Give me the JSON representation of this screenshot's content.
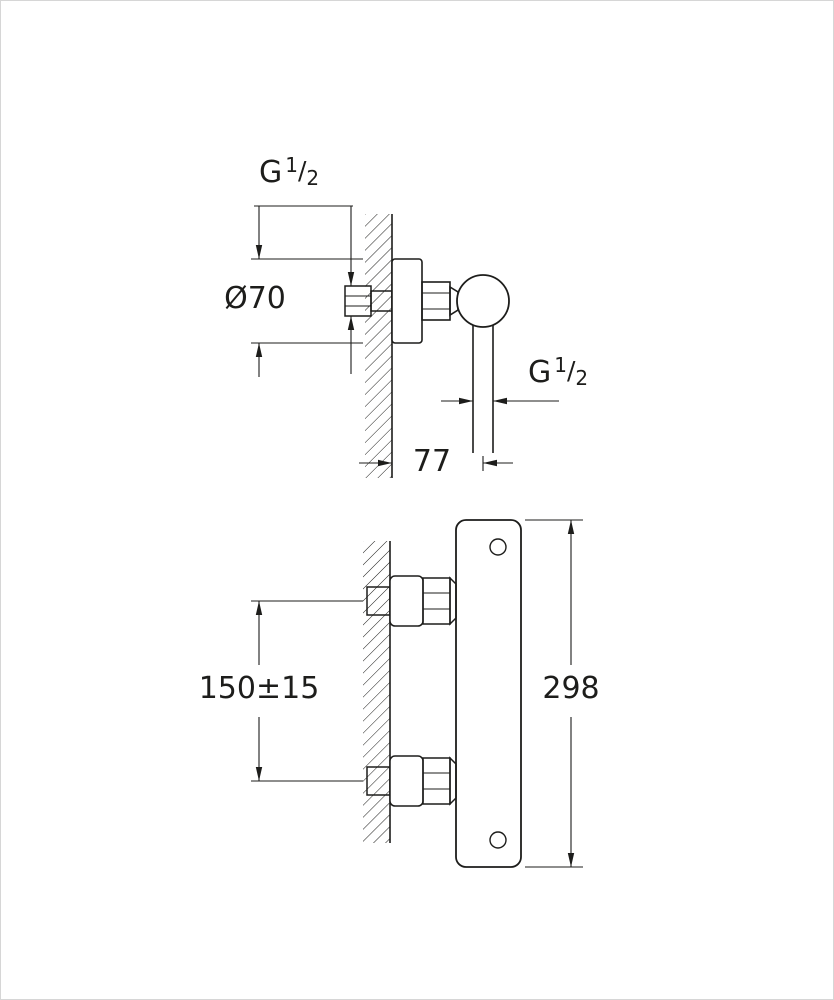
{
  "colors": {
    "line": "#1d1d1b",
    "background": "#ffffff",
    "border": "#d6d6d6"
  },
  "labels": {
    "top_thread": {
      "base": "G",
      "num": "1",
      "slash": "/",
      "den": "2"
    },
    "escutcheon_diameter": "Ø70",
    "outlet_thread": {
      "base": "G",
      "num": "1",
      "slash": "/",
      "den": "2"
    },
    "wall_to_outlet": "77",
    "inlet_spacing": "150±15",
    "body_height": "298"
  }
}
